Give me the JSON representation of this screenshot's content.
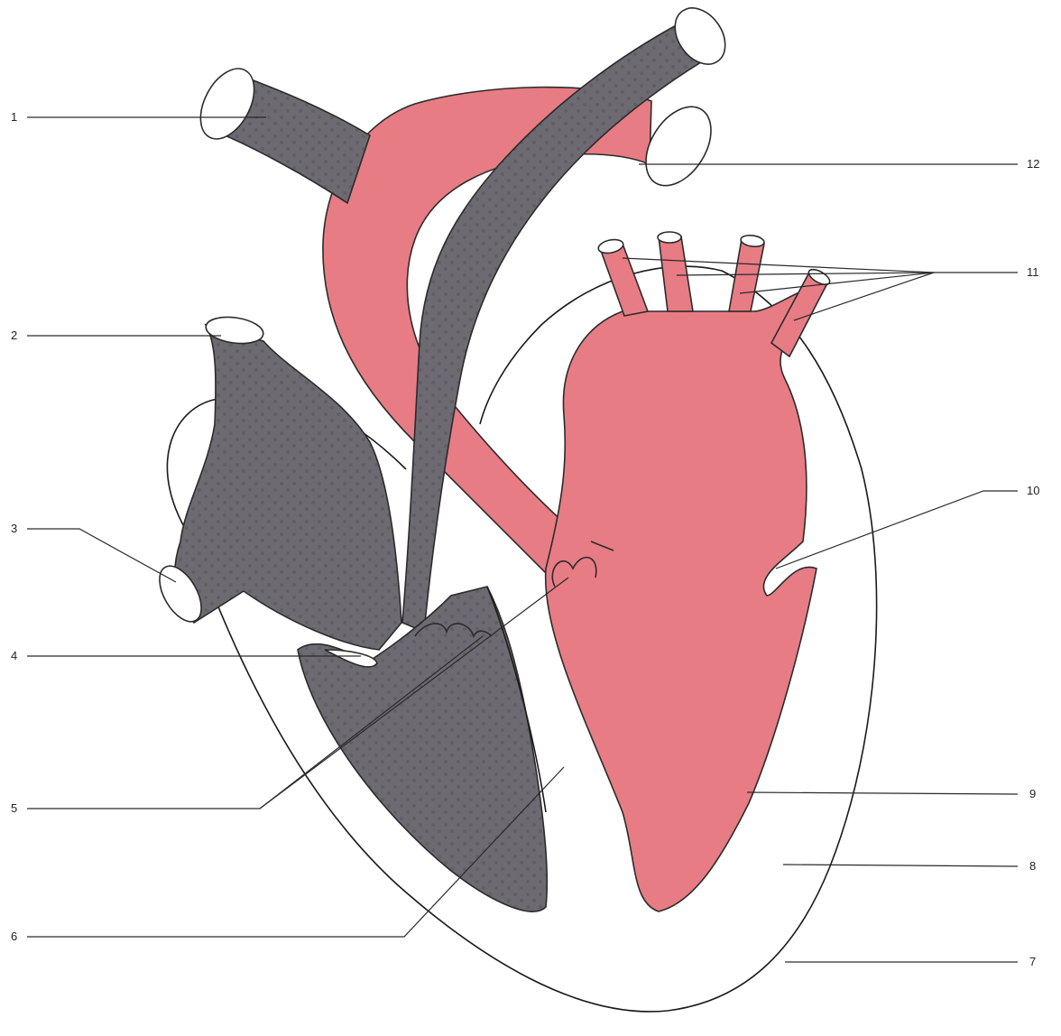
{
  "colors": {
    "deoxygenated": "#6e6a72",
    "deoxygenated_pattern": "#5f5b64",
    "oxygenated": "#e77c84",
    "outline": "#1a1a1a",
    "vessel_opening": "#ffffff",
    "background": "#ffffff"
  },
  "labels": [
    {
      "id": "label-1",
      "text": "1"
    },
    {
      "id": "label-2",
      "text": "2"
    },
    {
      "id": "label-3",
      "text": "3"
    },
    {
      "id": "label-4",
      "text": "4"
    },
    {
      "id": "label-5",
      "text": "5"
    },
    {
      "id": "label-6",
      "text": "6"
    },
    {
      "id": "label-7",
      "text": "7"
    },
    {
      "id": "label-8",
      "text": "8"
    },
    {
      "id": "label-9",
      "text": "9"
    },
    {
      "id": "label-10",
      "text": "10"
    },
    {
      "id": "label-11",
      "text": "11"
    },
    {
      "id": "label-12",
      "text": "12"
    }
  ]
}
